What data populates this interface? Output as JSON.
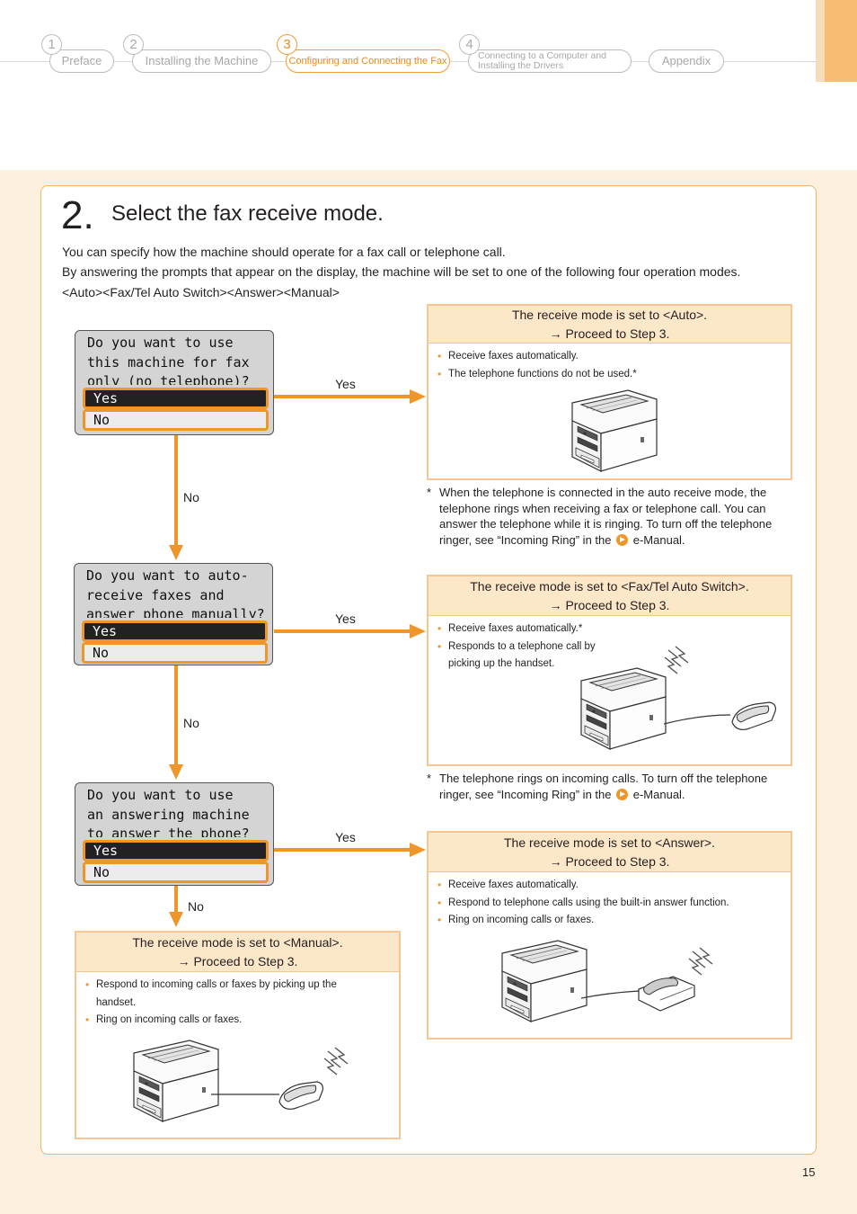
{
  "nav": {
    "tabs": [
      {
        "num": "1",
        "label": "Preface",
        "active": false
      },
      {
        "num": "2",
        "label": "Installing the Machine",
        "active": false
      },
      {
        "num": "3",
        "label": "Configuring and Connecting the Fax",
        "active": true
      },
      {
        "num": "4",
        "label_line1": "Connecting to a Computer and",
        "label_line2": "Installing the Drivers",
        "active": false
      },
      {
        "label": "Appendix",
        "active": false
      }
    ]
  },
  "step": {
    "number": "2.",
    "title": "Select the fax receive mode.",
    "intro_line1": "You can specify how the machine should operate for a fax call or telephone call.",
    "intro_line2": "By answering the prompts that appear on the display, the machine will be set to one of the following four operation modes.",
    "intro_line3": "<Auto><Fax/Tel Auto Switch><Answer><Manual>"
  },
  "questions": [
    {
      "text": "Do you want to use\nthis machine for fax\nonly (no telephone)?",
      "yes": "Yes",
      "no": "No"
    },
    {
      "text": "Do you want to auto-\nreceive faxes and\nanswer phone manually?",
      "yes": "Yes",
      "no": "No"
    },
    {
      "text": "Do you want to use\nan answering machine\nto answer the phone?",
      "yes": "Yes",
      "no": "No"
    }
  ],
  "flow_labels": {
    "yes": "Yes",
    "no": "No"
  },
  "results": {
    "auto": {
      "line1": "The receive mode is set to <Auto>.",
      "line2": "Proceed to Step 3.",
      "bullets": [
        "Receive faxes automatically.",
        "The telephone functions do not be used.*"
      ],
      "note_mark": "*",
      "note": "When the telephone is connected in the auto receive mode, the telephone rings when receiving a fax or telephone call. You can answer the telephone while it is ringing. To turn off the telephone ringer, see “Incoming Ring” in the",
      "note_end": "e-Manual."
    },
    "faxtel": {
      "line1": "The receive mode is set to <Fax/Tel Auto Switch>.",
      "line2": "Proceed to Step 3.",
      "bullets": [
        "Receive faxes automatically.*",
        "Responds to a telephone call by picking up the handset."
      ],
      "note_mark": "*",
      "note": "The telephone rings on incoming calls. To turn off the telephone ringer, see “Incoming Ring” in the",
      "note_end": "e-Manual."
    },
    "answer": {
      "line1": "The receive mode is set to <Answer>.",
      "line2": "Proceed to Step 3.",
      "bullets": [
        "Receive faxes automatically.",
        "Respond to telephone calls using the built-in answer function.",
        "Ring on incoming calls or faxes."
      ]
    },
    "manual": {
      "line1": "The receive mode is set to <Manual>.",
      "line2": "Proceed to Step 3.",
      "bullets": [
        "Respond to incoming calls or faxes by picking up the handset.",
        "Ring on incoming calls or faxes."
      ]
    }
  },
  "colors": {
    "accent": "#ef962a",
    "box_border": "#f6c592",
    "header_fill": "#fde7c9",
    "band": "#fdf0df"
  },
  "page_number": "15"
}
